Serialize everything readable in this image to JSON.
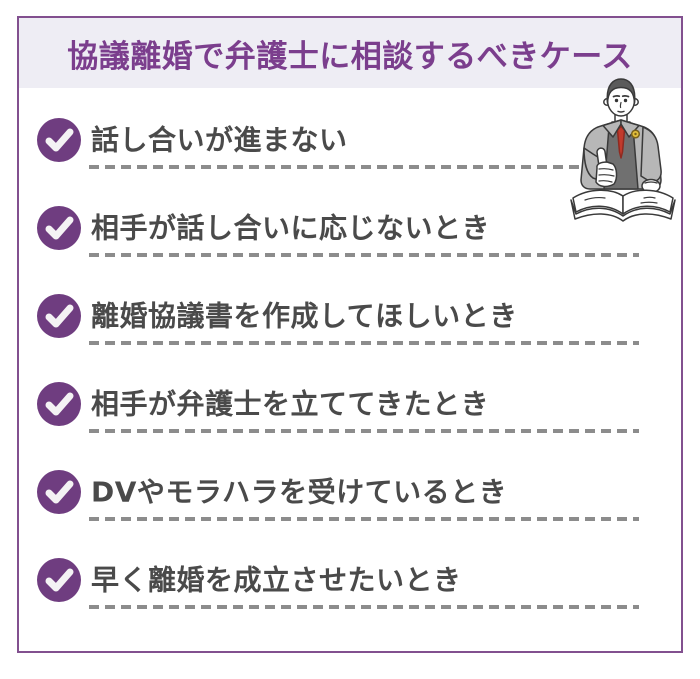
{
  "header": {
    "title": "協議離婚で弁護士に相談するべきケース"
  },
  "checklist": {
    "items": [
      {
        "label": "話し合いが進まない"
      },
      {
        "label": "相手が話し合いに応じないとき"
      },
      {
        "label": "離婚協議書を作成してほしいとき"
      },
      {
        "label": "相手が弁護士を立ててきたとき"
      },
      {
        "label": "DVやモラハラを受けているとき"
      },
      {
        "label": "早く離婚を成立させたいとき"
      }
    ],
    "bullet_icon": "check-circle-icon"
  },
  "illustration": {
    "name": "lawyer-thumbs-up-open-book"
  },
  "colors": {
    "accent_purple": "#7b3e8d",
    "check_circle_purple": "#6f3d80",
    "header_bg": "#eeedf4",
    "card_border": "#82508f",
    "item_text": "#4a4a4a",
    "dash_gray": "#8c8c8c",
    "suit_gray": "#b7b7b7",
    "vest_gray": "#707070",
    "tie_red": "#c13a2c",
    "hair_gray": "#5b5b5b",
    "badge_gold": "#e3bf3b"
  }
}
